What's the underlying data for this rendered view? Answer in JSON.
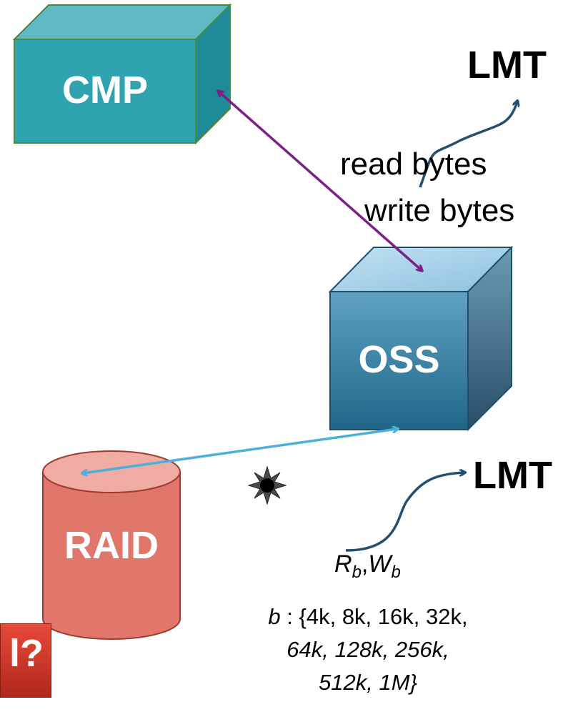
{
  "nodes": {
    "cmp": {
      "label": "CMP",
      "color": "#2fa3b0"
    },
    "oss": {
      "label": "OSS",
      "color": "#2a7da0"
    },
    "raid": {
      "label": "RAID",
      "color": "#e1766a"
    }
  },
  "lmt_top": {
    "label": "LMT"
  },
  "lmt_bottom": {
    "label": "LMT"
  },
  "metrics_top": {
    "line1": "read bytes",
    "line2": "write bytes"
  },
  "metrics_bottom": {
    "rb": "R",
    "rb_sub": "b",
    "comma": ",",
    "wb": "W",
    "wb_sub": "b",
    "b_var": "b",
    "sizes_line1": " : {4k, 8k, 16k, 32k,",
    "sizes_line2": "64k, 128k, 256k,",
    "sizes_line3": "512k, 1M}"
  },
  "partial_box": {
    "text": "l?"
  },
  "colors": {
    "cmp_oss_arrow": "#7d1f86",
    "oss_raid_arrow": "#4db0dc",
    "curve_arrow": "#244f6e"
  },
  "icons": [
    "sun-burst-icon"
  ]
}
